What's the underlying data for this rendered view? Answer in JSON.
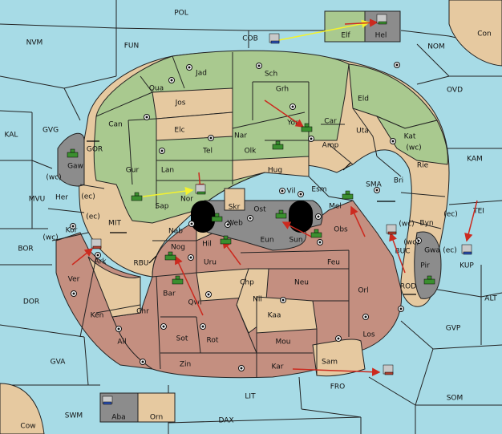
{
  "colors": {
    "sea": "#a7dbe6",
    "green": "#a9c98f",
    "tan": "#e6c9a0",
    "red": "#c48f80",
    "gray": "#8c8c8c",
    "order_move": "#cc2a1f",
    "order_support": "#f4f22e",
    "unit_green": "#3b8f2f"
  },
  "seas": {
    "pol": "POL",
    "nvm": "NVM",
    "fun": "FUN",
    "cob": "COB",
    "nom": "NOM",
    "con": "Con",
    "ovd": "OVD",
    "kal": "KAL",
    "gvg": "GVG",
    "mvu": "MVU",
    "bor": "BOR",
    "dor": "DOR",
    "gva": "GVA",
    "swm": "SWM",
    "cow": "Cow",
    "dax": "DAX",
    "lit": "LIT",
    "fro": "FRO",
    "som": "SOM",
    "gvp": "GVP",
    "alt": "ALT",
    "kam": "KAM",
    "tei": "TEI",
    "kup": "KUP",
    "sma": "SMA",
    "mit": "MIT",
    "rbu": "RBU",
    "rod": "ROD",
    "buc": "BUC",
    "gor": "GOR",
    "wc1": "(wc)",
    "wc2": "(wc)",
    "wc3": "(wc)",
    "wc4": "(wc)",
    "wc5": "(wc)",
    "ec1": "(ec)",
    "ec2": "(ec)",
    "ec3": "(ec)",
    "ec4": "(ec)"
  },
  "provinces": {
    "jad": "Jad",
    "sch": "Sch",
    "qua": "Qua",
    "jos": "Jos",
    "grh": "Grh",
    "eld": "Eld",
    "can": "Can",
    "elc": "Elc",
    "nar": "Nar",
    "yor": "Yor",
    "car": "Car",
    "uta": "Uta",
    "kat": "Kat",
    "gaw": "Gaw",
    "tel": "Tel",
    "olk": "Olk",
    "amp": "Amp",
    "gur": "Gur",
    "lan": "Lan",
    "hug": "Hug",
    "rie": "Rie",
    "bri": "Bri",
    "her": "Her",
    "nor": "Nor",
    "sap": "Sap",
    "skr": "Skr",
    "vil": "Vil",
    "esm": "Esm",
    "ost": "Ost",
    "web": "Web",
    "mel": "Mel",
    "byn": "Byn",
    "kor": "Kor",
    "nab": "Nab",
    "eun": "Eun",
    "obs": "Obs",
    "sun": "Sun",
    "hil": "Hil",
    "nog": "Nog",
    "gwa": "Gwa",
    "ark": "Ark",
    "uru": "Uru",
    "feu": "Feu",
    "pir": "Pir",
    "ver": "Ver",
    "chp": "Chp",
    "neu": "Neu",
    "orl": "Orl",
    "bar": "Bar",
    "qwi": "Qwi",
    "nil": "Nil",
    "ken": "Ken",
    "chr": "Chr",
    "kaa": "Kaa",
    "los": "Los",
    "ail": "Ail",
    "sot": "Sot",
    "rot": "Rot",
    "mou": "Mou",
    "zin": "Zin",
    "kar": "Kar",
    "sam": "Sam",
    "elf": "Elf",
    "hel": "Hel",
    "aba": "Aba",
    "orn": "Orn"
  }
}
